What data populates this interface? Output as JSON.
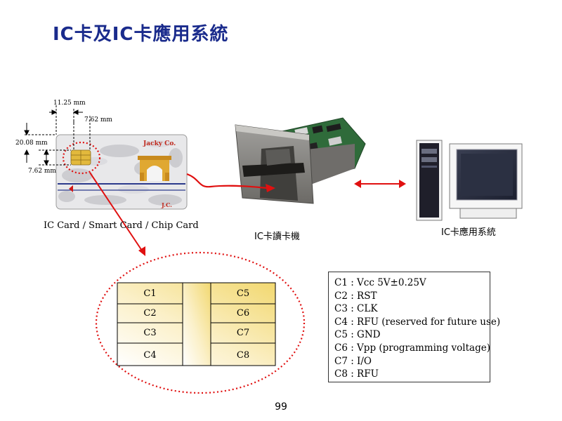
{
  "title": "IC卡及IC卡應用系統",
  "card": {
    "brand": "Jacky Co.",
    "corner_label": "J.C.",
    "caption": "IC Card /  Smart Card / Chip Card",
    "dimensions": {
      "top_offset": "11.25 mm",
      "contact_width": "7.62 mm",
      "left_offset": "20.08 mm",
      "contact_height": "7.62 mm"
    }
  },
  "reader_caption": "IC卡讀卡機",
  "system_caption": "IC卡應用系統",
  "contacts": {
    "left": [
      "C1",
      "C2",
      "C3",
      "C4"
    ],
    "right": [
      "C5",
      "C6",
      "C7",
      "C8"
    ]
  },
  "legend": [
    "C1 : Vcc  5V±0.25V",
    "C2 : RST",
    "C3 : CLK",
    "C4 : RFU (reserved for future use)",
    "C5 : GND",
    "C6 : Vpp (programming voltage)",
    "C7 : I/O",
    "C8 : RFU"
  ],
  "page_number": "99",
  "colors": {
    "title": "#1a2b8c",
    "arrow": "#e01010",
    "contact_gold": "#f2d870"
  }
}
